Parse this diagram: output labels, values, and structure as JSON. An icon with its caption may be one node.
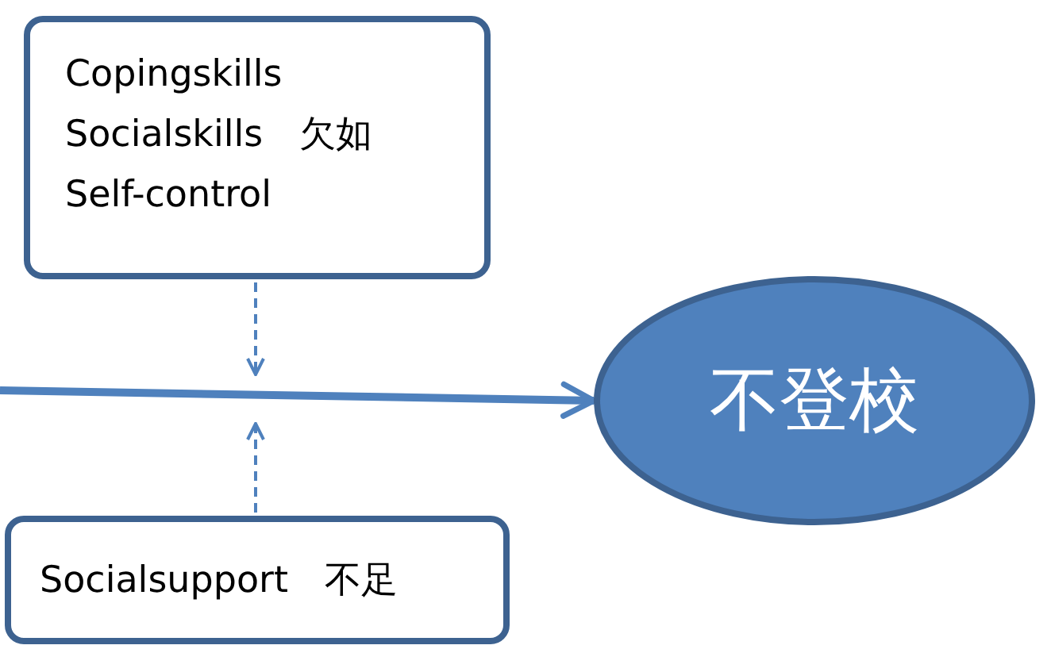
{
  "diagram": {
    "nodes": [
      {
        "text": [
          "Copingskills",
          "Socialskills　欠如",
          "Self-control"
        ]
      },
      {
        "text": [
          "Socialsupport　不足"
        ]
      },
      {
        "text": [
          "不登校"
        ]
      }
    ],
    "edges": [
      {
        "from": null,
        "to": 2,
        "arrow": "to",
        "style": "thick"
      },
      {
        "from": 0,
        "to": null,
        "arrow": "to",
        "style": "dashed"
      },
      {
        "from": 1,
        "to": null,
        "arrow": "to",
        "style": "dashed"
      }
    ]
  }
}
